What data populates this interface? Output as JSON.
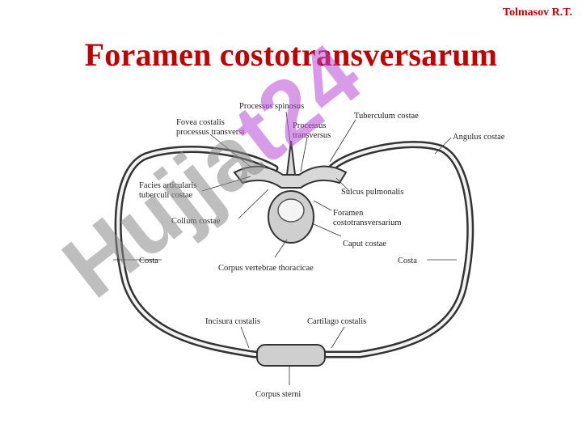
{
  "slide": {
    "author": "Tolmasov R.T.",
    "title": "Foramen costotransversarum"
  },
  "figure": {
    "labels": {
      "processus_spinosus": "Processus spinosus",
      "fovea_costalis_1": "Fovea costalis",
      "fovea_costalis_2": "processus transversi",
      "processus_transversus_1": "Processus",
      "processus_transversus_2": "transversus",
      "tuberculum_costae": "Tuberculum costae",
      "angulus_costae": "Angulus costae",
      "facies_articularis_1": "Facies articularis",
      "facies_articularis_2": "tuberculi costae",
      "sulcus_pulmonalis": "Sulcus pulmonalis",
      "collum_costae": "Collum costae",
      "foramen_1": "Foramen",
      "foramen_2": "costotransversarium",
      "caput_costae": "Caput costae",
      "costa_left": "Costa",
      "costa_right": "Costa",
      "corpus_vertebrae": "Corpus vertebrae thoracicae",
      "incisura_costalis": "Incisura costalis",
      "cartilago_costalis": "Cartilago costalis",
      "corpus_sterni": "Corpus sterni"
    }
  },
  "watermark": {
    "part1": "Hujja",
    "part2": "t24",
    "colors": {
      "part1": "#8a8a8a",
      "part2": "#b84ad6"
    }
  },
  "colors": {
    "title": "#c00000"
  }
}
